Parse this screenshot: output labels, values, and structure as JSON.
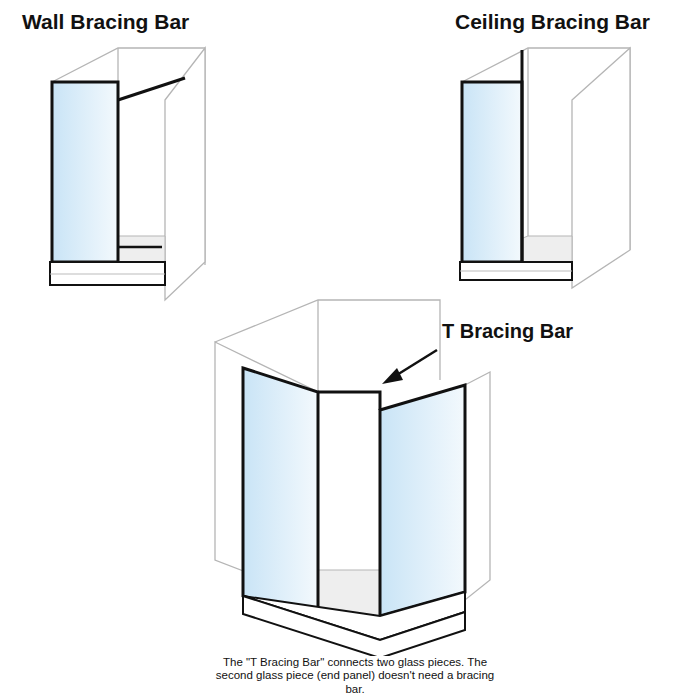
{
  "diagram": {
    "caption": "The \"T Bracing Bar\" connects two glass pieces. The second glass piece (end panel) doesn't need a bracing bar.",
    "labels": [
      "Wall Bracing Bar",
      "Ceiling Bracing Bar",
      "T Bracing Bar"
    ]
  }
}
